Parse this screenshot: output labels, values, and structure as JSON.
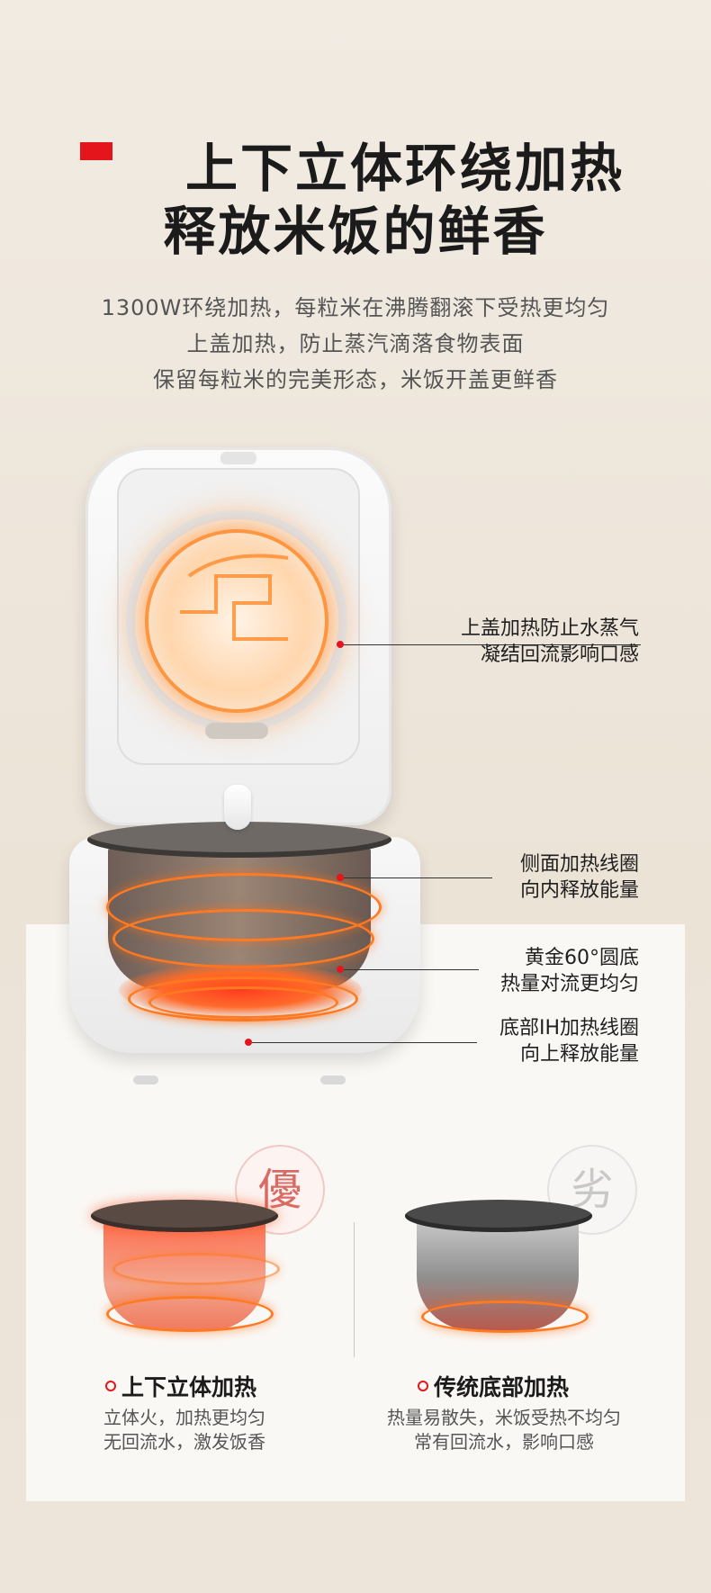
{
  "header": {
    "title_line1": "上下立体环绕加热",
    "title_line2": "释放米饭的鲜香",
    "desc_line1": "1300W环绕加热，每粒米在沸腾翻滚下受热更均匀",
    "desc_line2": "上盖加热，防止蒸汽滴落食物表面",
    "desc_line3": "保留每粒米的完美形态，米饭开盖更鲜香"
  },
  "callouts": [
    {
      "line1": "上盖加热防止水蒸气",
      "line2": "凝结回流影响口感"
    },
    {
      "line1": "侧面加热线圈",
      "line2": "向内释放能量"
    },
    {
      "line1": "黄金60°圆底",
      "line2": "热量对流更均匀"
    },
    {
      "line1": "底部IH加热线圈",
      "line2": "向上释放能量"
    }
  ],
  "comparison": {
    "good": {
      "stamp": "優",
      "title": "上下立体加热",
      "desc_line1": "立体火，加热更均匀",
      "desc_line2": "无回流水，激发饭香"
    },
    "bad": {
      "stamp": "劣",
      "title": "传统底部加热",
      "desc_line1": "热量易散失，米饭受热不均匀",
      "desc_line2": "常有回流水，影响口感"
    }
  },
  "colors": {
    "accent": "#e4151b",
    "background": "#efe7dc",
    "heat": "#ff7a22"
  }
}
